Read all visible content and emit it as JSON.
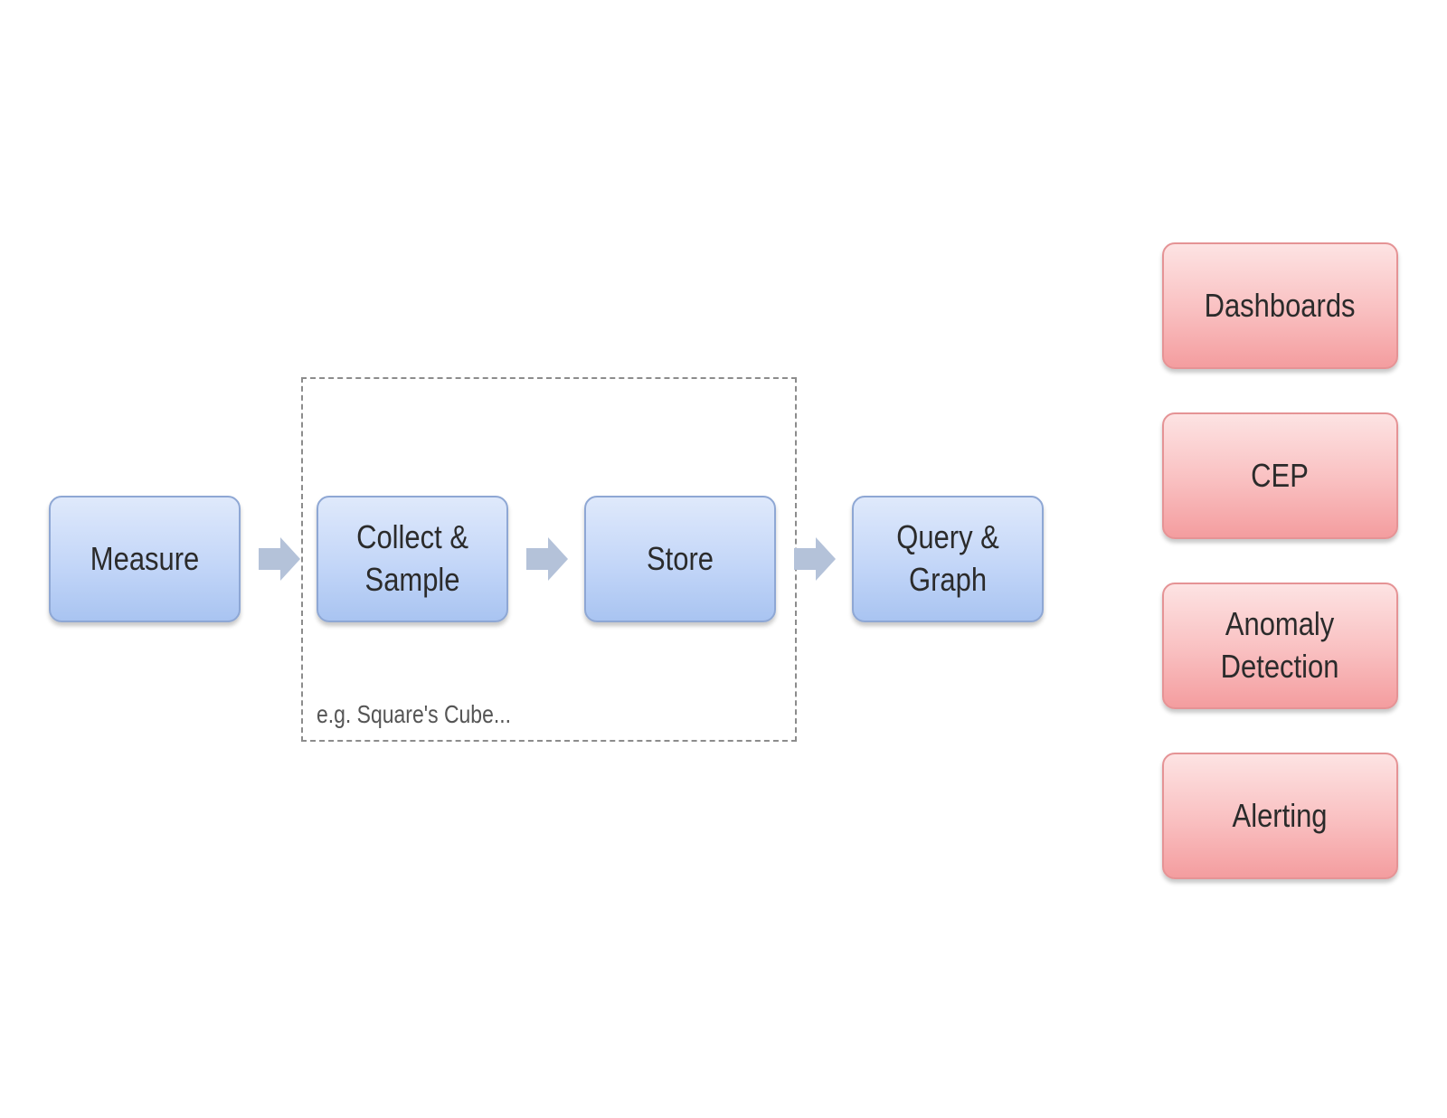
{
  "diagram": {
    "nodes": [
      {
        "id": "measure",
        "label": "Measure",
        "kind": "pipeline"
      },
      {
        "id": "collect",
        "label": "Collect &\nSample",
        "kind": "pipeline"
      },
      {
        "id": "store",
        "label": "Store",
        "kind": "pipeline"
      },
      {
        "id": "query",
        "label": "Query &\nGraph",
        "kind": "pipeline"
      },
      {
        "id": "dashboards",
        "label": "Dashboards",
        "kind": "consumer"
      },
      {
        "id": "cep",
        "label": "CEP",
        "kind": "consumer"
      },
      {
        "id": "anomaly",
        "label": "Anomaly\nDetection",
        "kind": "consumer"
      },
      {
        "id": "alerting",
        "label": "Alerting",
        "kind": "consumer"
      }
    ],
    "edges": [
      {
        "from": "measure",
        "to": "collect"
      },
      {
        "from": "collect",
        "to": "store"
      },
      {
        "from": "store",
        "to": "query"
      }
    ],
    "group": {
      "label": "e.g. Square's Cube...",
      "members": [
        "collect",
        "store"
      ]
    },
    "colors": {
      "pipeline_fill": "#c3d6f8",
      "pipeline_border": "#8ea7d4",
      "consumer_fill": "#f9bfc0",
      "consumer_border": "#e59395",
      "arrow": "#b4c2d9",
      "group_border": "#8c8c8c"
    }
  }
}
